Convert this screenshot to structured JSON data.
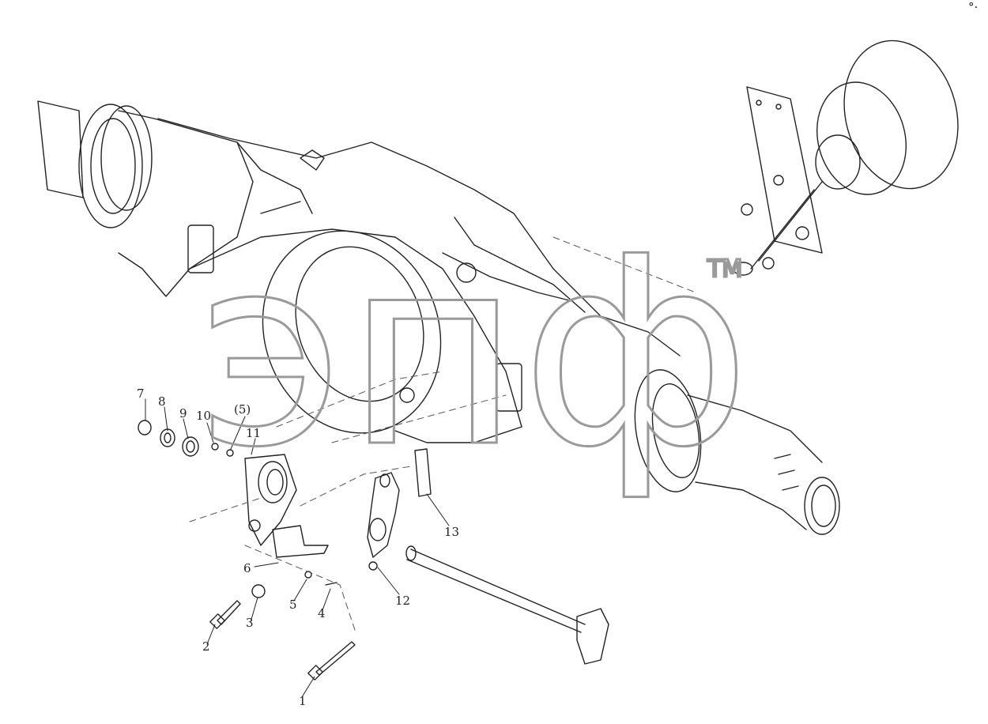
{
  "watermark": {
    "text": "эпф",
    "mark": "TM"
  },
  "corner_mark": "°·",
  "callouts": [
    {
      "id": "c1",
      "text": "1"
    },
    {
      "id": "c2",
      "text": "2"
    },
    {
      "id": "c3",
      "text": "3"
    },
    {
      "id": "c4",
      "text": "4"
    },
    {
      "id": "c5",
      "text": "5"
    },
    {
      "id": "c5p",
      "text": "(5)"
    },
    {
      "id": "c6",
      "text": "6"
    },
    {
      "id": "c7",
      "text": "7"
    },
    {
      "id": "c8",
      "text": "8"
    },
    {
      "id": "c9",
      "text": "9"
    },
    {
      "id": "c10",
      "text": "10"
    },
    {
      "id": "c11",
      "text": "11"
    },
    {
      "id": "c12",
      "text": "12"
    },
    {
      "id": "c13",
      "text": "13"
    }
  ],
  "colors": {
    "line": "#222222",
    "watermark": "#9a9a9a",
    "background": "#ffffff"
  }
}
